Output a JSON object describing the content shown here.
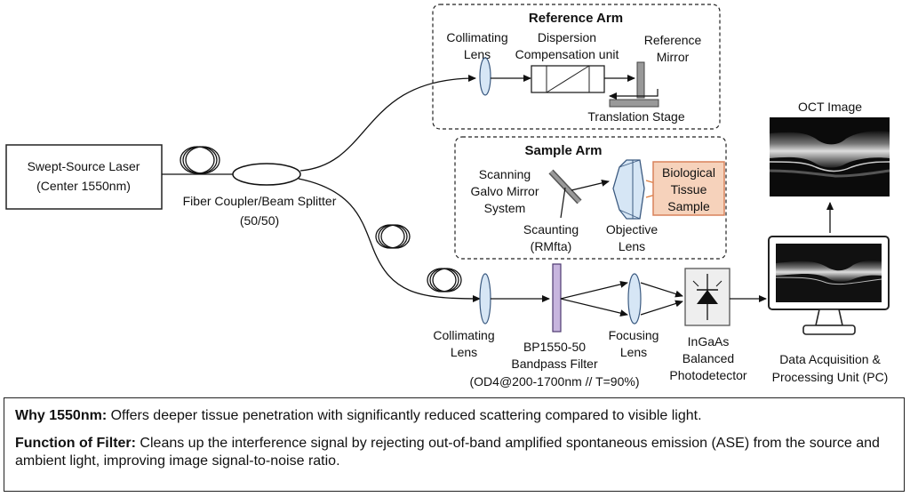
{
  "diagram": {
    "source": {
      "line1": "Swept-Source Laser",
      "line2": "(Center 1550nm)"
    },
    "coupler": {
      "line1": "Fiber Coupler/Beam Splitter",
      "line2": "(50/50)"
    },
    "reference_arm": {
      "title": "Reference Arm",
      "collimating_lens": [
        "Collimating",
        "Lens"
      ],
      "dispersion_unit": [
        "Dispersion",
        "Compensation unit"
      ],
      "mirror": [
        "Reference",
        "Mirror"
      ],
      "stage": "Translation Stage"
    },
    "sample_arm": {
      "title": "Sample Arm",
      "galvo": [
        "Scanning",
        "Galvo Mirror",
        "System"
      ],
      "scanning": [
        "Scaunting",
        "(RMfta)"
      ],
      "objective": [
        "Objective",
        "Lens"
      ],
      "tissue": [
        "Biological",
        "Tissue",
        "Sample"
      ]
    },
    "detection": {
      "collimating_lens": [
        "Collimating",
        "Lens"
      ],
      "filter": [
        "BP1550-50",
        "Bandpass Filter",
        "(OD4@200-1700nm // T=90%)"
      ],
      "focusing_lens": [
        "Focusing",
        "Lens"
      ],
      "detector": [
        "InGaAs",
        "Balanced",
        "Photodetector"
      ]
    },
    "pc": [
      "Data Acquisition &",
      "Processing Unit (PC)"
    ],
    "oct_image": "OCT Image"
  },
  "notes": {
    "why_label": "Why 1550nm:",
    "why_text": " Offers deeper tissue penetration with significantly reduced scattering compared to visible light.",
    "filter_label": "Function of Filter:",
    "filter_text": " Cleans up the interference signal by rejecting out-of-band amplified spontaneous emission (ASE) from the source and ambient light, improving image signal-to-noise ratio."
  },
  "colors": {
    "lens": "#d6e6f5",
    "filter": "#c7b5de",
    "tissue_fill": "#f6d2bb",
    "tissue_stroke": "#d9825b",
    "arrow_orange": "#e07b3c"
  }
}
